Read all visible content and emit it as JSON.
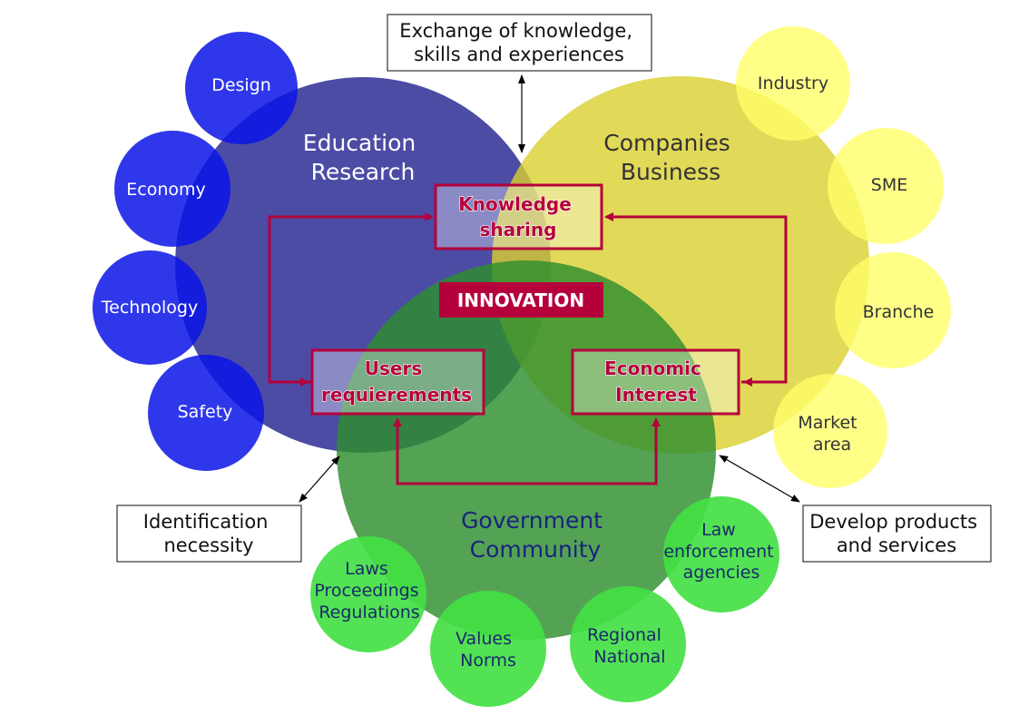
{
  "colors": {
    "education": "#333399",
    "companies": "#e0d64a",
    "government": "#3c9a3c",
    "blue_satellite": "#0a14e6",
    "yellow_satellite": "#ffff66",
    "green_satellite": "#44e044",
    "accent": "#b5003b"
  },
  "education": {
    "line1": "Education",
    "line2": "Research"
  },
  "companies": {
    "line1": "Companies",
    "line2": "Business"
  },
  "government": {
    "line1": "Government",
    "line2": "Community"
  },
  "blue_satellites": [
    "Design",
    "Economy",
    "Technology",
    "Safety"
  ],
  "yellow_satellites": {
    "industry": "Industry",
    "sme": "SME",
    "branche": "Branche",
    "market": [
      "Market",
      "area"
    ]
  },
  "green_satellites": {
    "laws": [
      "Laws",
      "Proceedings",
      "Regulations"
    ],
    "values": [
      "Values",
      "Norms"
    ],
    "regional": [
      "Regional",
      "National"
    ],
    "law_enforcement": [
      "Law",
      "enforcement",
      "agencies"
    ]
  },
  "center": {
    "innovation": "INNOVATION",
    "knowledge": [
      "Knowledge",
      "sharing"
    ],
    "users": [
      "Users",
      "requierements"
    ],
    "economic": [
      "Economic",
      "Interest"
    ]
  },
  "callouts": {
    "exchange": [
      "Exchange of knowledge,",
      "skills and experiences"
    ],
    "identification": [
      "Identification",
      "necessity"
    ],
    "develop": [
      "Develop products",
      "and services"
    ]
  }
}
